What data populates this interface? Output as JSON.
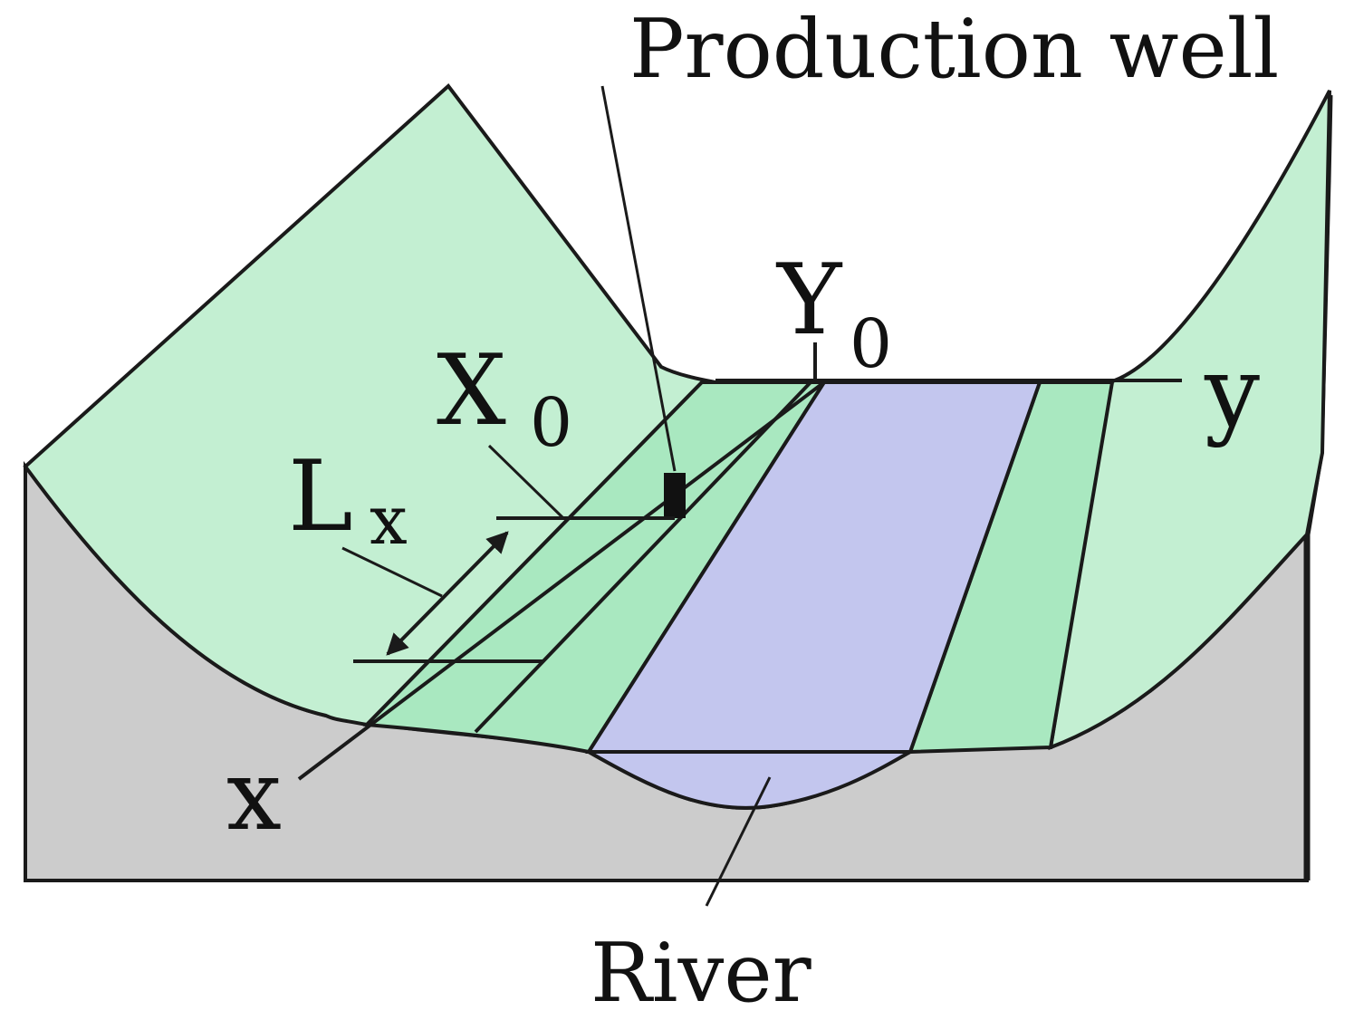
{
  "labels": {
    "production_well": "Production well",
    "river": "River",
    "x_axis": "x",
    "y_axis": "y",
    "x0_main": "X",
    "x0_sub": "0",
    "y0_main": "Y",
    "y0_sub": "0",
    "lx_main": "L",
    "lx_sub": "x"
  },
  "colors": {
    "hillside": "#c3efd2",
    "riparian_band": "#a9e8c0",
    "river": "#c3c6ee",
    "ground": "#cccccc",
    "line": "#1a1a1a"
  }
}
